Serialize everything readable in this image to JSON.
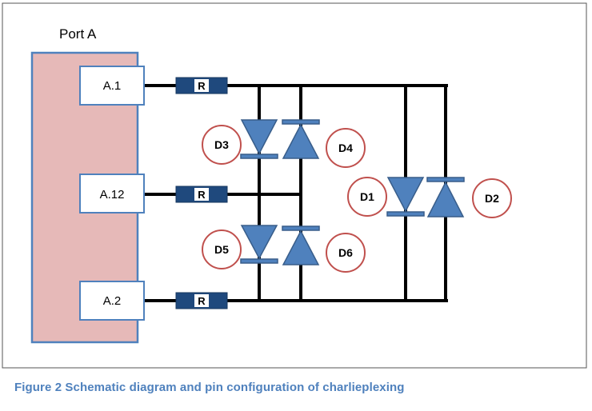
{
  "port": {
    "title": "Port A",
    "fill": "#e6b9b8",
    "stroke": "#4f81bd"
  },
  "pins": [
    {
      "label": "A.1"
    },
    {
      "label": "A.12"
    },
    {
      "label": "A.2"
    }
  ],
  "resistor_label": "R",
  "leds": [
    {
      "label": "D3"
    },
    {
      "label": "D4"
    },
    {
      "label": "D5"
    },
    {
      "label": "D6"
    },
    {
      "label": "D1"
    },
    {
      "label": "D2"
    }
  ],
  "colors": {
    "wire": "#000000",
    "diode_fill": "#4f81bd",
    "diode_stroke": "#385d8a",
    "led_circle": "#c0504d",
    "resistor": "#1f497d",
    "caption": "#4f81bd"
  },
  "caption": "Figure 2 Schematic diagram and pin configuration of charlieplexing"
}
